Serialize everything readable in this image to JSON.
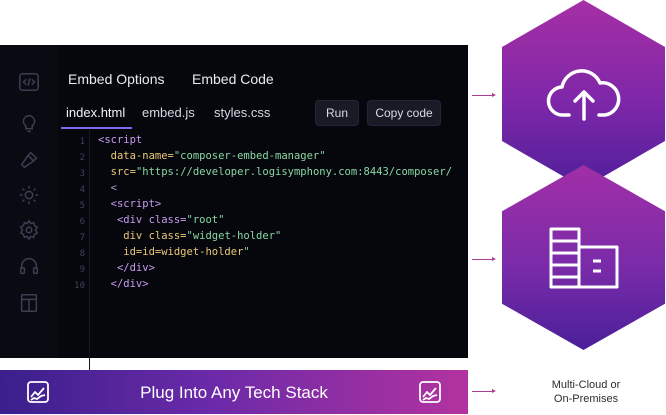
{
  "editor": {
    "top_tabs": [
      "Embed Options",
      "Embed Code"
    ],
    "file_tabs": [
      "index.html",
      "embed.js",
      "styles.css"
    ],
    "run_label": "Run",
    "copy_label": "Copy code",
    "line_numbers": [
      "1",
      "2",
      "3",
      "4",
      "5",
      "6",
      "7",
      "8",
      "9",
      "10"
    ],
    "code": [
      [
        "<script"
      ],
      [
        "  data-name=",
        "\"composer-embed-manager\""
      ],
      [
        "  src=",
        "\"https://developer.logisymphony.com:8443/composer/"
      ],
      [
        "  <"
      ],
      [
        "  <script>"
      ],
      [
        "   <div class=",
        "\"root\""
      ],
      [
        "    div class=",
        "\"widget-holder\""
      ],
      [
        "    id=id=widget-holder",
        "\""
      ],
      [
        "   </div>"
      ],
      [
        "  </div>"
      ]
    ]
  },
  "banner": {
    "title": "Plug Into Any Tech Stack"
  },
  "side_label": {
    "line1": "Multi-Cloud or",
    "line2": "On-Premises"
  },
  "icons": {
    "rail": [
      "code-icon",
      "lightbulb-icon",
      "hammer-icon",
      "idea-icon",
      "gear-icon",
      "headset-icon",
      "layout-icon"
    ],
    "hex1": "cloud-upload-icon",
    "hex2": "server-rack-icon",
    "banner": "line-chart-icon"
  },
  "colors": {
    "accent": "#7a6cf0",
    "magenta": "#a93f95",
    "editor_bg": "#06070d"
  }
}
